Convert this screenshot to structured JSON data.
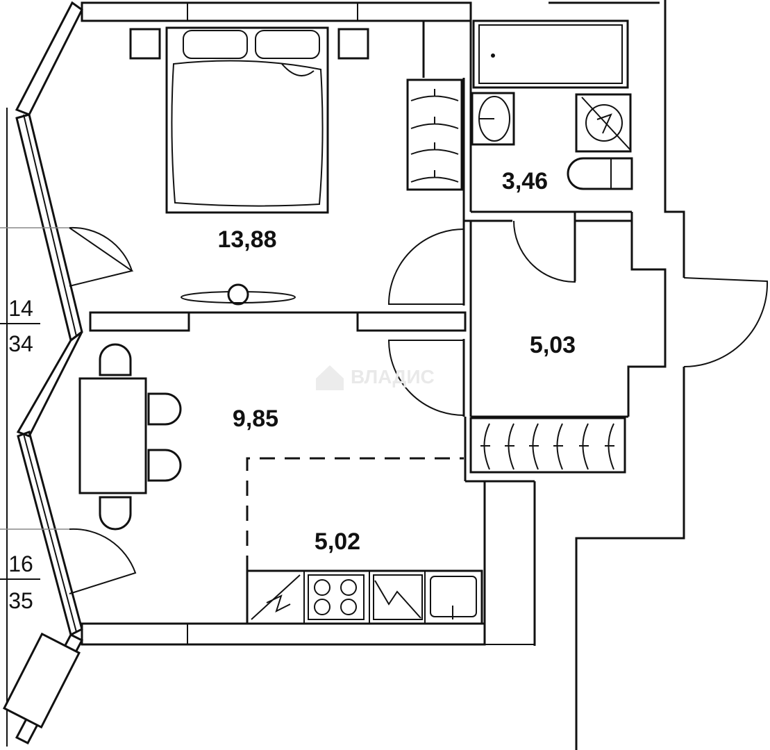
{
  "rooms": {
    "bedroom": {
      "area": "13,88"
    },
    "bathroom": {
      "area": "3,46"
    },
    "hallway": {
      "area": "5,03"
    },
    "living": {
      "area": "9,85"
    },
    "kitchen": {
      "area": "5,02"
    }
  },
  "side_marks": [
    {
      "top": "14",
      "bottom": "34"
    },
    {
      "top": "16",
      "bottom": "35"
    }
  ],
  "watermark": {
    "text": "ВЛАДИС"
  }
}
